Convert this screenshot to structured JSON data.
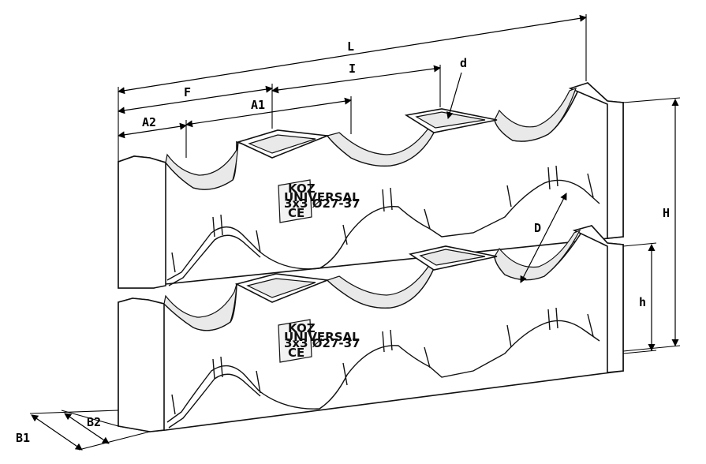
{
  "dimensions": {
    "L": "L",
    "I": "I",
    "d": "d",
    "F": "F",
    "A1": "A1",
    "A2": "A2",
    "H": "H",
    "h": "h",
    "D": "D",
    "B1": "B1",
    "B2": "B2"
  },
  "label_plate": {
    "brand": "KOZ",
    "line1": "UNIVERSAL",
    "line2": "3x3 Ø27-37",
    "mark": "CE"
  }
}
